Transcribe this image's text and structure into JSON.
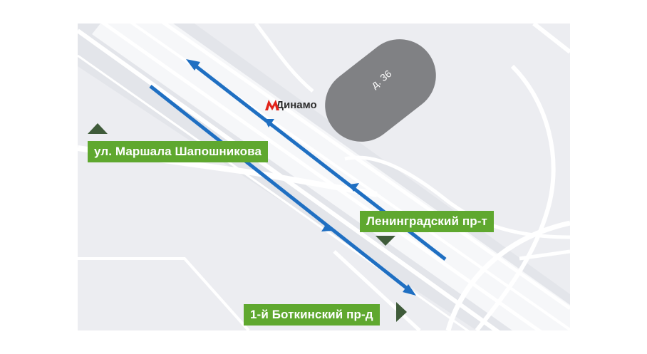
{
  "map": {
    "metro": {
      "name": "Динамо",
      "icon": "metro-m-icon",
      "color": "#e2231a"
    },
    "building": {
      "label": "д. 36",
      "color": "#808184"
    },
    "streets": [
      {
        "id": "marshala",
        "label": "ул. Маршала Шапошникова"
      },
      {
        "id": "leningradsky",
        "label": "Ленинградский пр-т"
      },
      {
        "id": "botkinsky",
        "label": "1-й Боткинский пр-д"
      }
    ],
    "colors": {
      "background": "#ecedf1",
      "roads": "#ffffff",
      "route": "#1f6fc2",
      "label_bg": "#5fa82f",
      "label_tick": "#3f5b3a"
    }
  }
}
